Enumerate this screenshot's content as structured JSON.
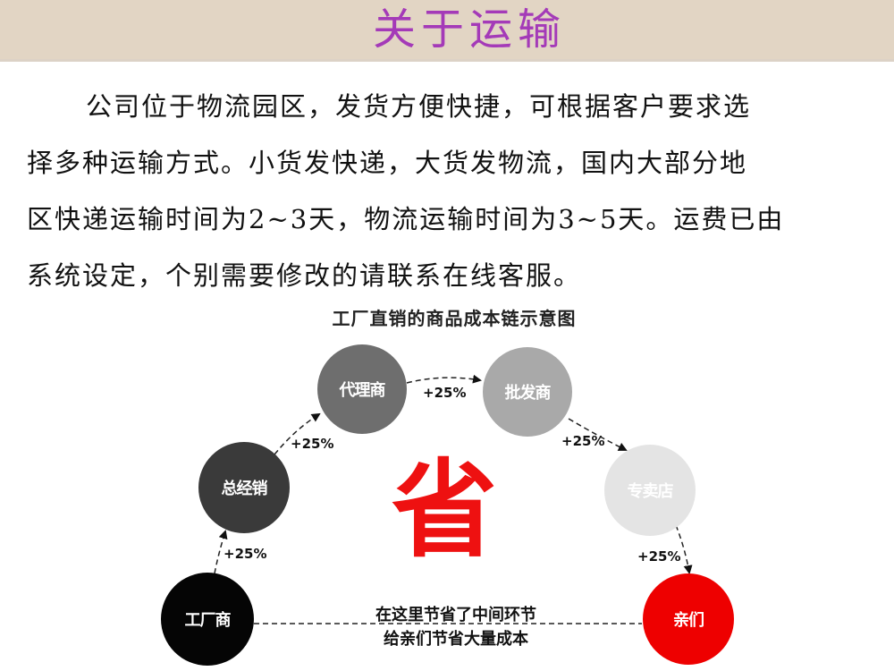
{
  "header": {
    "title": "关于运输",
    "background_color": "#e2d5c4",
    "title_color": "#a43ab8"
  },
  "paragraph": {
    "lines": [
      "公司位于物流园区，发货方便快捷，可根据客户要求选",
      "择多种运输方式。小货发快递，大货发物流，国内大部分地",
      "区快递运输时间为2~3天，物流运输时间为3~5天。运费已由",
      "系统设定，个别需要修改的请联系在线客服。"
    ]
  },
  "diagram": {
    "title": "工厂直销的商品成本链示意图",
    "nodes": [
      {
        "label": "工厂商",
        "color": "#050505"
      },
      {
        "label": "总经销",
        "color": "#3a3a3a"
      },
      {
        "label": "代理商",
        "color": "#6e6e6e"
      },
      {
        "label": "批发商",
        "color": "#a9a9a9"
      },
      {
        "label": "专卖店",
        "color": "#e4e4e4"
      },
      {
        "label": "亲们",
        "color": "#ee0000"
      }
    ],
    "markups": [
      "+25%",
      "+25%",
      "+25%",
      "+25%",
      "+25%"
    ],
    "center_char": "省",
    "saving_line_1": "在这里节省了中间环节",
    "saving_line_2": "给亲们节省大量成本"
  }
}
